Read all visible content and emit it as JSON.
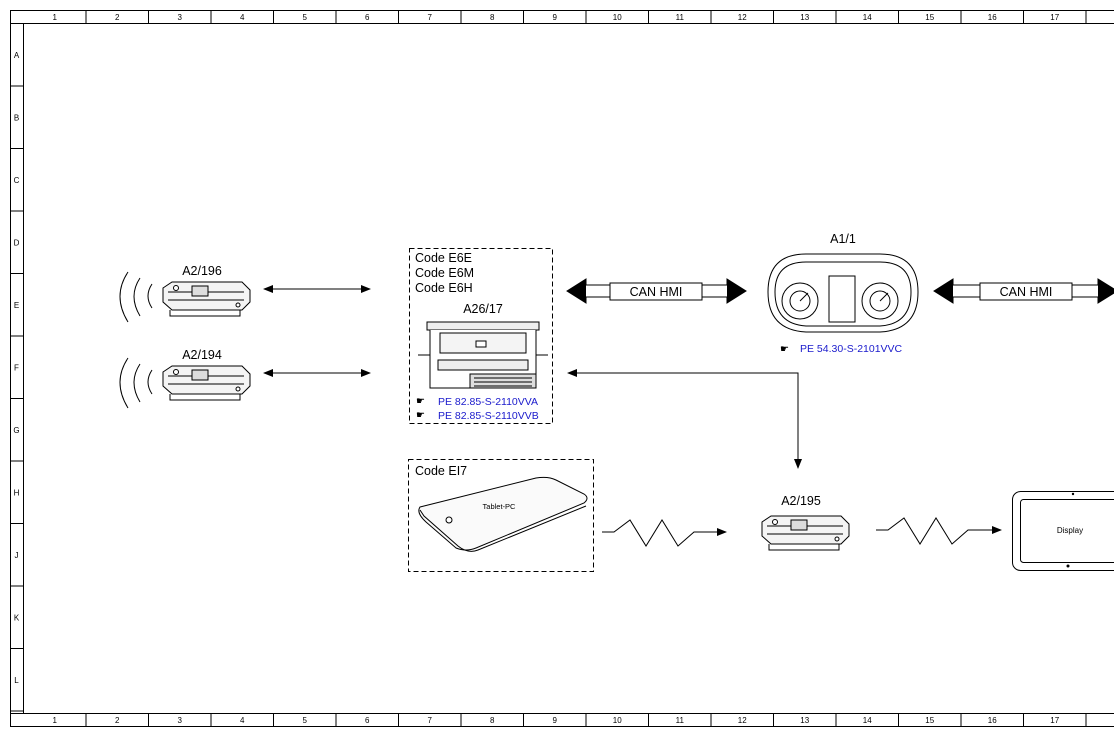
{
  "ruler": {
    "columns": [
      "1",
      "2",
      "3",
      "4",
      "5",
      "6",
      "7",
      "8",
      "9",
      "10",
      "11",
      "12",
      "13",
      "14",
      "15",
      "16",
      "17"
    ],
    "rows": [
      "A",
      "B",
      "C",
      "D",
      "E",
      "F",
      "G",
      "H",
      "J",
      "K",
      "L"
    ]
  },
  "components": {
    "a2_196": "A2/196",
    "a2_194": "A2/194",
    "a26_17": "A26/17",
    "a1_1": "A1/1",
    "a2_195": "A2/195"
  },
  "code_box_1": {
    "lines": [
      "Code E6E",
      "Code E6M",
      "Code E6H"
    ]
  },
  "code_box_2": {
    "title": "Code EI7",
    "tablet_label": "Tablet-PC"
  },
  "bus_labels": {
    "left": "CAN HMI",
    "right": "CAN HMI"
  },
  "display_label": "Display",
  "references": {
    "a26_ref_1": "PE 82.85-S-2110VVA",
    "a26_ref_2": "PE 82.85-S-2110VVB",
    "a1_ref": "PE 54.30-S-2101VVC"
  },
  "icons": {
    "reference": "pointing-hand-icon"
  }
}
